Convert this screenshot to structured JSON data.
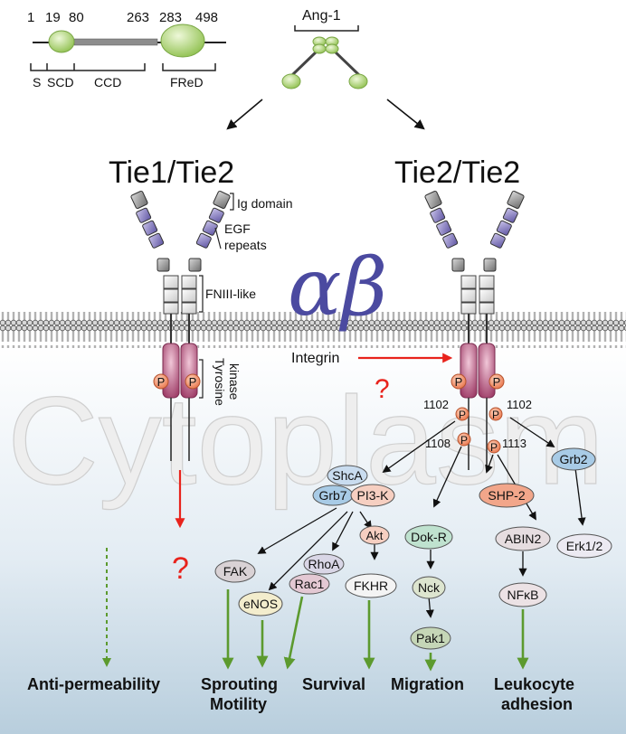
{
  "domain_structure": {
    "positions": [
      "1",
      "19",
      "80",
      "263",
      "283",
      "498"
    ],
    "segments": [
      "S",
      "SCD",
      "CCD",
      "FReD"
    ]
  },
  "ligand": {
    "name": "Ang-1"
  },
  "receptors": {
    "left_title": "Tie1/Tie2",
    "right_title": "Tie2/Tie2",
    "domain_labels": {
      "ig": "Ig domain",
      "egf_line1": "EGF",
      "egf_line2": "repeats",
      "fn3": "FNIII-like",
      "tk_line1": "Tyrosine",
      "tk_line2": "kinase"
    }
  },
  "background_word": "Cytoplasm",
  "integrin": {
    "label": "Integrin",
    "symbol": "αβ",
    "question": "?"
  },
  "phospho": {
    "p": "P",
    "sites": [
      "1102",
      "1102",
      "1108",
      "1113"
    ]
  },
  "question_left": "?",
  "molecules": {
    "shca": "ShcA",
    "grb7": "Grb7",
    "pi3k": "PI3-K",
    "akt": "Akt",
    "fak": "FAK",
    "rhoa": "RhoA",
    "rac1": "Rac1",
    "enos": "eNOS",
    "fkhr": "FKHR",
    "dokr": "Dok-R",
    "nck": "Nck",
    "pak1": "Pak1",
    "shp2": "SHP-2",
    "abin2": "ABIN2",
    "nfkb": "NFκB",
    "grb2": "Grb2",
    "erk": "Erk1/2"
  },
  "outcomes": {
    "anti_permeability": "Anti-permeability",
    "sprouting": "Sprouting",
    "motility": "Motility",
    "survival": "Survival",
    "migration": "Migration",
    "leukocyte": "Leukocyte",
    "adhesion": "adhesion"
  },
  "colors": {
    "arrow_red": "#e8231c",
    "arrow_green": "#5c9a2e",
    "ligand_green": "#a9d46b",
    "kinase_purple": "#c05a86",
    "p_orange": "#f08a5d",
    "egf_purple": "#8076b8",
    "integrin_blue": "#4b4aa0"
  }
}
